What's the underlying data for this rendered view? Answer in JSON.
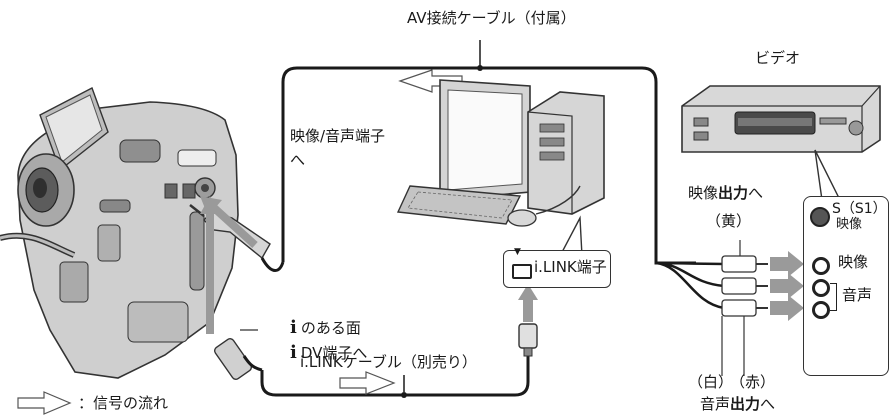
{
  "labels": {
    "av_cable": "AV接続ケーブル（付属）",
    "video_deck": "ビデオ",
    "av_jack_line1": "映像/音声端子",
    "av_jack_line2": "へ",
    "ilink_face": "のある面",
    "dv_jack": "DV端子へ",
    "ilink_cable": "i.LINKケーブル（別売り）",
    "ilink_port": "i.LINK端子",
    "video_out_pre": "映像",
    "video_out_bold": "出力",
    "video_out_post": "へ",
    "yellow": "（黄）",
    "white": "（白）",
    "red": "（赤）",
    "audio_out_pre": "音声",
    "audio_out_bold": "出力",
    "audio_out_post": "へ",
    "s_video_line1": "S（S1）",
    "s_video_line2": "映像",
    "video_jack": "映像",
    "audio_jack": "音声",
    "legend": "：信号の流れ",
    "ilink_symbol": "i"
  },
  "colors": {
    "line": "#1a1a1a",
    "arrow_fill": "#9a9a9a",
    "device_fill": "#d4d4d4",
    "device_dark": "#6b6b6b"
  }
}
